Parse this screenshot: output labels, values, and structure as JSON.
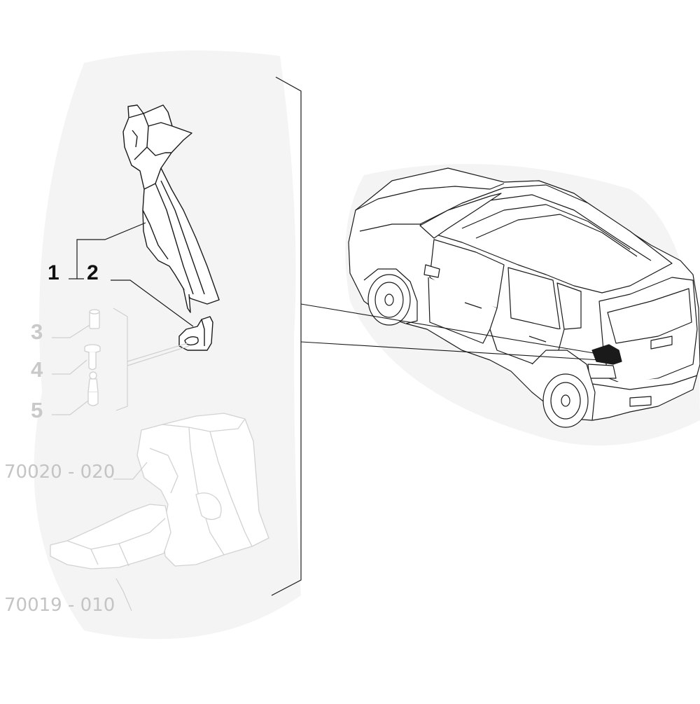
{
  "diagram": {
    "callouts": {
      "part_1": "1",
      "part_2": "2",
      "part_3": "3",
      "part_4": "4",
      "part_5": "5"
    },
    "references": {
      "ref_a": "70020 - 020",
      "ref_b": "70019 - 010"
    }
  },
  "colors": {
    "line_dark": "#1a1a1a",
    "line_faint": "#cfcfcf",
    "halo": "#f3f3f3"
  }
}
